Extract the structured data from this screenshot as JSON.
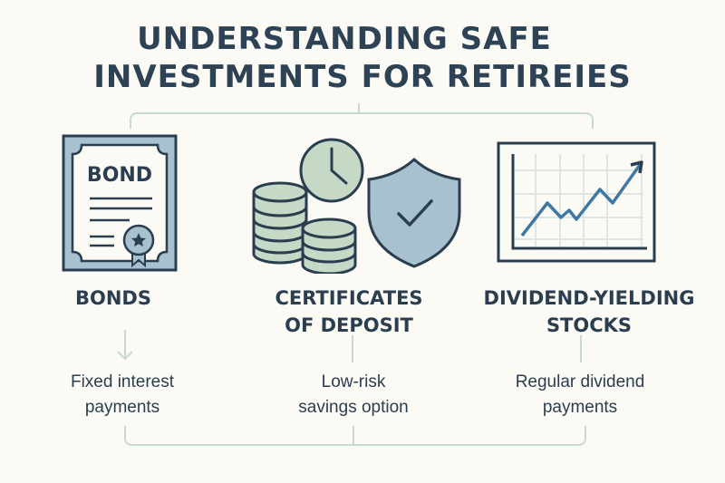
{
  "title": {
    "line1": "UNDERSTANDING SAFE",
    "line2": "INVESTMENTS FOR RETIREIES"
  },
  "colors": {
    "background": "#fbfaf5",
    "dark": "#2b3e50",
    "blue_fill": "#a8c1cf",
    "green_fill": "#c5d9c6",
    "line_blue": "#3f79a3",
    "connector": "#c7d8d6"
  },
  "columns": [
    {
      "icon": "bond-certificate-icon",
      "icon_text": "BOND",
      "heading_line1": "BONDS",
      "heading_line2": "",
      "connector": "arrow-down",
      "description_line1": "Fixed interest",
      "description_line2": "payments"
    },
    {
      "icon": "coins-clock-shield-icon",
      "heading_line1": "CERTIFICATES",
      "heading_line2": "OF DEPOSIT",
      "connector": "line",
      "description_line1": "Low-risk",
      "description_line2": "savings option"
    },
    {
      "icon": "rising-chart-icon",
      "heading_line1": "DIVIDEND-YIELDING",
      "heading_line2": "STOCKS",
      "connector": "line",
      "description_line1": "Regular dividend",
      "description_line2": "payments"
    }
  ]
}
